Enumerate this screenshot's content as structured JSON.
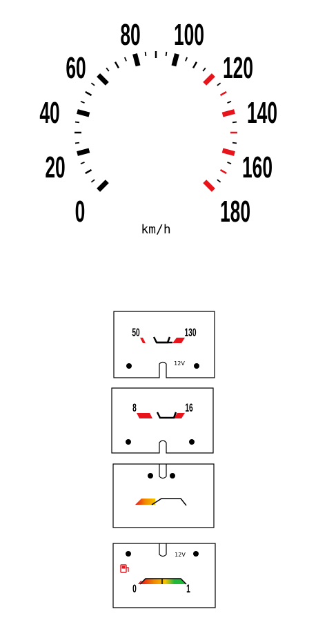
{
  "speedometer": {
    "unit": "km/h",
    "labels": [
      "0",
      "20",
      "40",
      "60",
      "80",
      "100",
      "120",
      "140",
      "160",
      "180"
    ],
    "colors": {
      "normal": "#000000",
      "warning": "#e8141c"
    }
  },
  "gauges": [
    {
      "id": "temperature",
      "min_label": "50",
      "max_label": "130",
      "voltage_label": "12V"
    },
    {
      "id": "voltmeter",
      "min_label": "8",
      "max_label": "16"
    },
    {
      "id": "fuel-blank"
    },
    {
      "id": "fuel",
      "voltage_label": "12V",
      "min_label": "0",
      "max_label": "1",
      "icon": "fuel-pump-icon",
      "icon_color": "#e8141c"
    }
  ],
  "colors": {
    "green": "#22b83a",
    "yellow": "#f5c400",
    "orange": "#f08a00",
    "red": "#e8141c"
  }
}
